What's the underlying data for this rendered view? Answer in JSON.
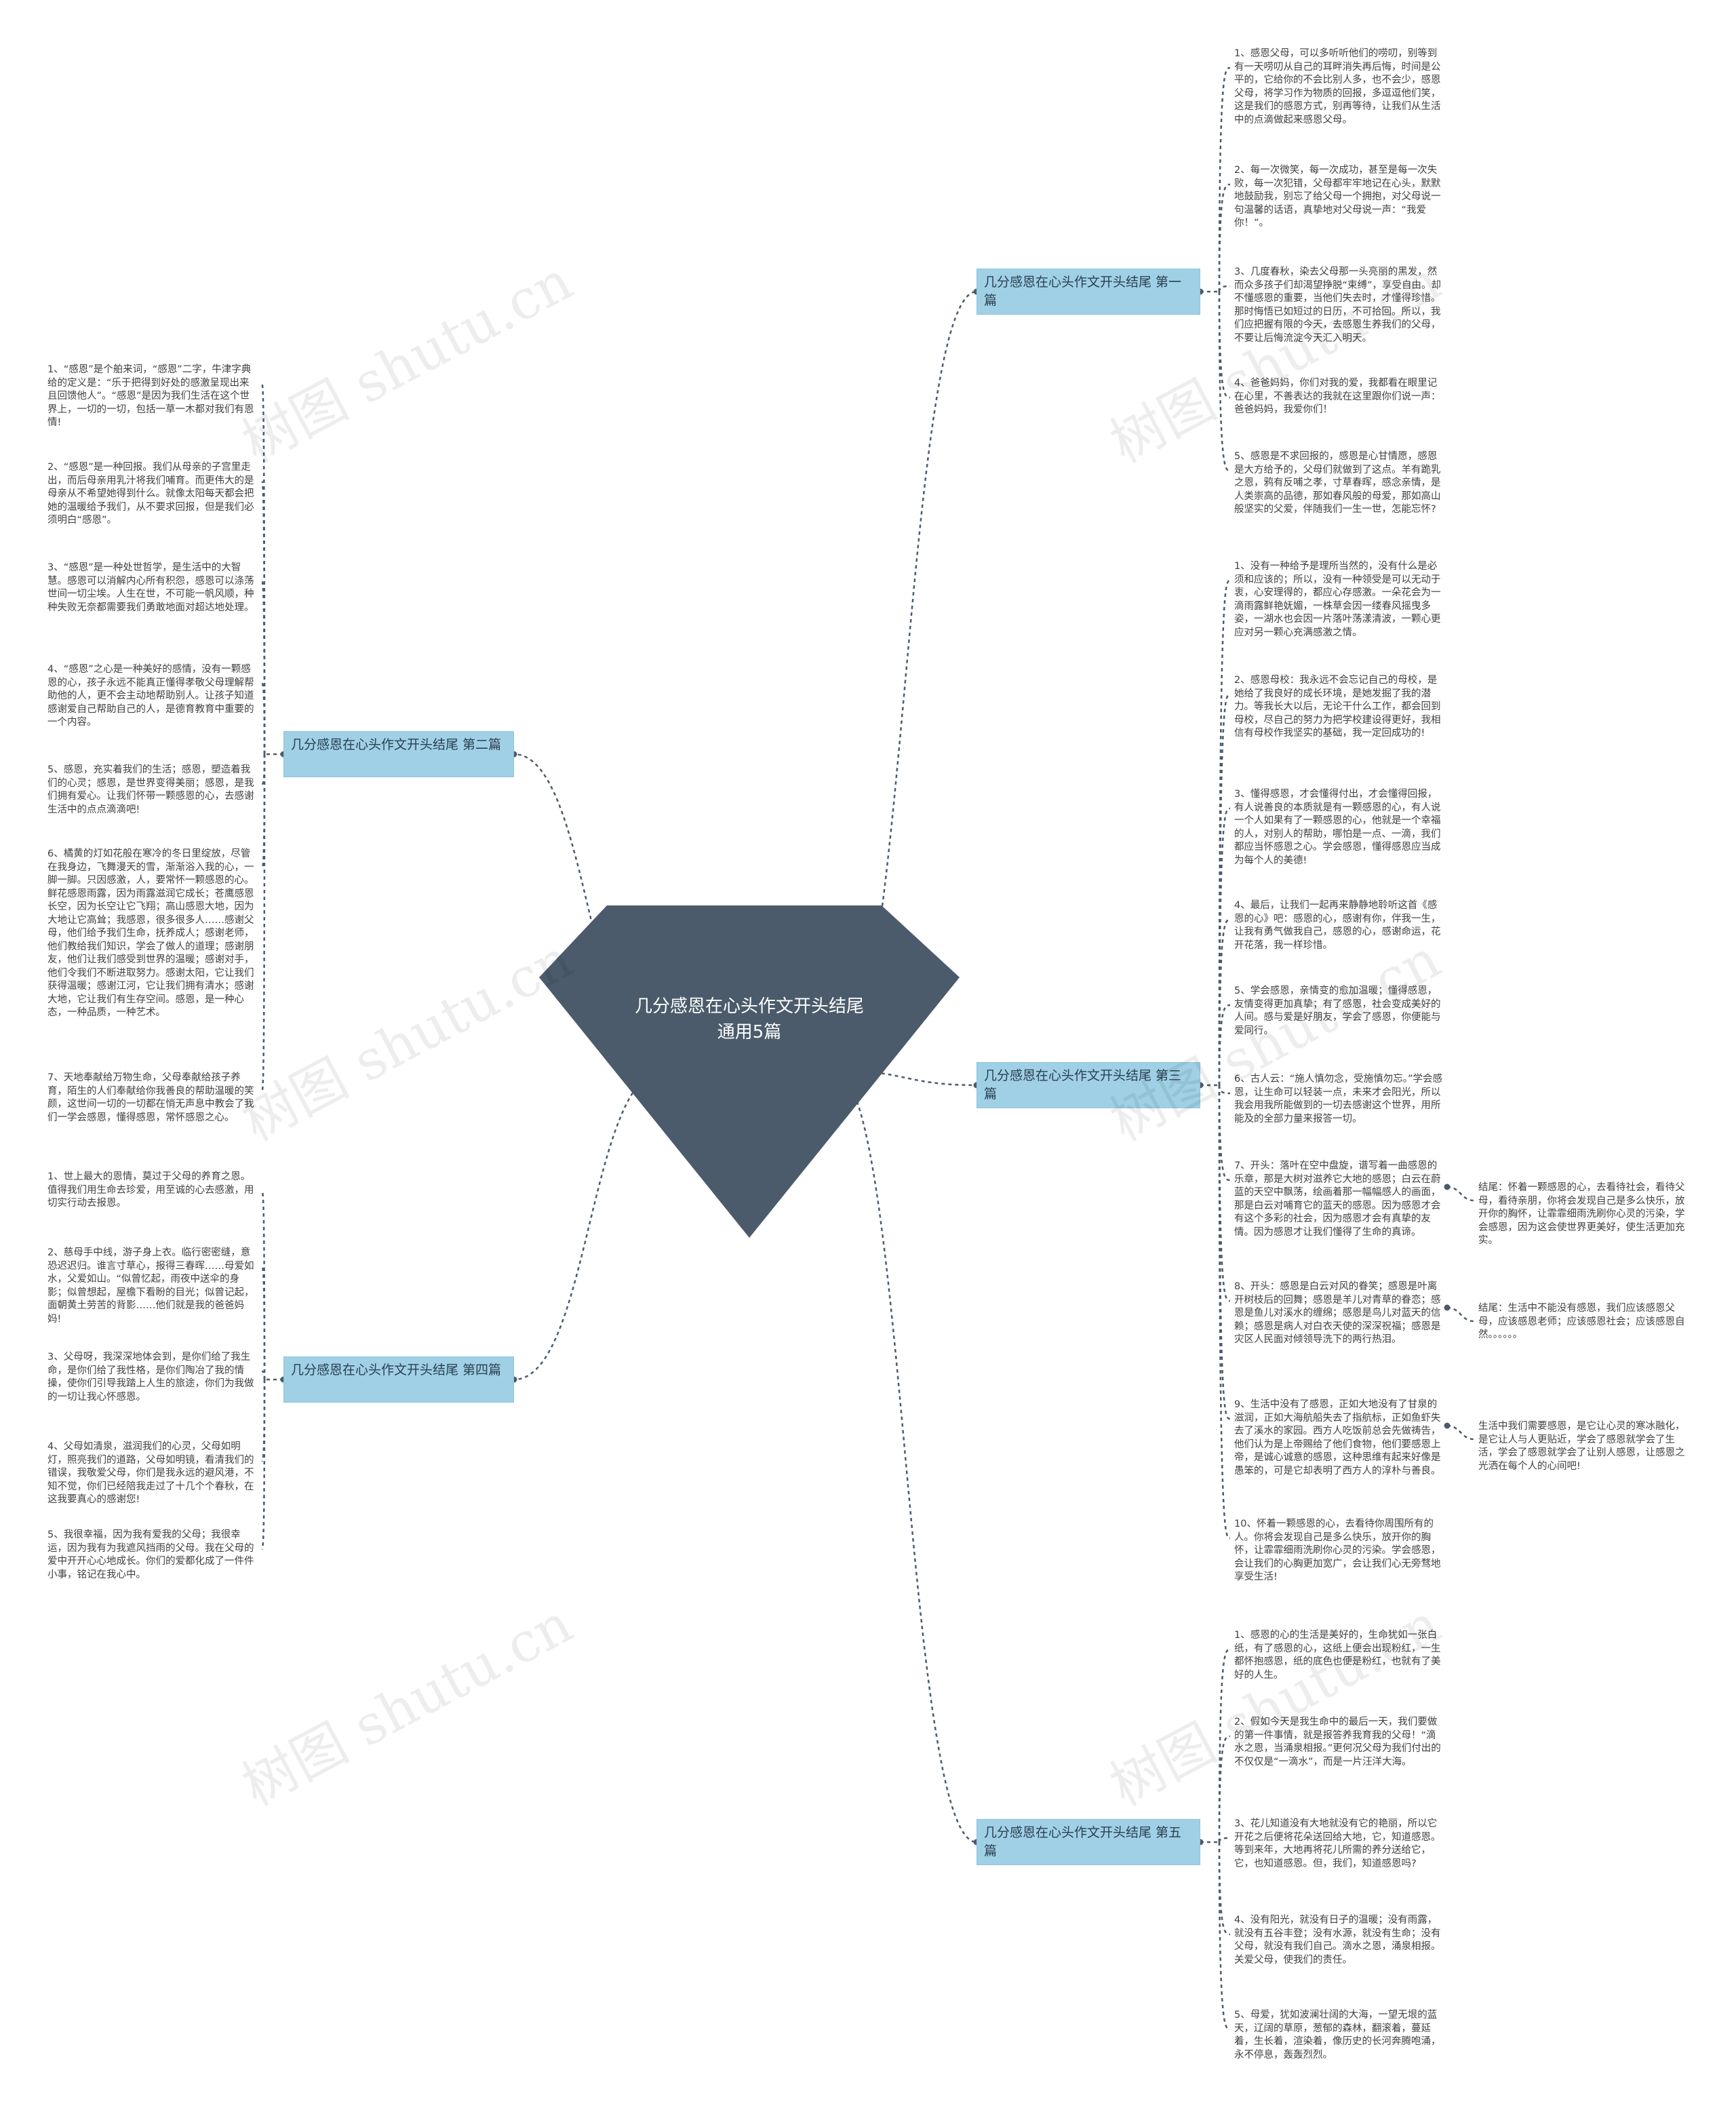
{
  "center": {
    "title": "几分感恩在心头作文开头结尾通用5篇"
  },
  "watermark": "树图 shutu.cn",
  "branches": [
    {
      "id": "b1",
      "label": "几分感恩在心头作文开头结尾 第一篇",
      "side": "right",
      "leaves": [
        "1、感恩父母，可以多听听他们的唠叨，别等到有一天唠叨从自己的耳畔消失再后悔，时间是公平的，它给你的不会比别人多，也不会少，感恩父母，将学习作为物质的回报，多逗逗他们笑，这是我们的感恩方式，别再等待，让我们从生活中的点滴做起来感恩父母。",
        "2、每一次微笑，每一次成功，甚至是每一次失败，每一次犯错，父母都牢牢地记在心头，默默地鼓励我，别忘了给父母一个拥抱，对父母说一句温馨的话语，真挚地对父母说一声：“我爱你！”。",
        "3、几度春秋，染去父母那一头亮丽的黑发，然而众多孩子们却渴望挣脱“束缚”，享受自由。却不懂感恩的重要，当他们失去时，才懂得珍惜。那时悔悟已如短过的日历，不可拾回。所以，我们应把握有限的今天，去感恩生养我们的父母，不要让后悔流淀今天汇入明天。",
        "4、爸爸妈妈，你们对我的爱，我都看在眼里记在心里，不善表达的我就在这里跟你们说一声：爸爸妈妈，我爱你们！",
        "5、感恩是不求回报的，感恩是心甘情愿，感恩是大方给予的，父母们就做到了这点。羊有跪乳之恩，鸦有反哺之孝，寸草春晖，感念亲情，是人类崇高的品德，那如春风般的母爱，那如高山般坚实的父爱，伴随我们一生一世，怎能忘怀?"
      ]
    },
    {
      "id": "b2",
      "label": "几分感恩在心头作文开头结尾 第二篇",
      "side": "left",
      "leaves": [
        "1、“感恩”是个舶来词，“感恩”二字，牛津字典给的定义是：“乐于把得到好处的感激呈现出来且回馈他人”。“感恩”是因为我们生活在这个世界上，一切的一切，包括一草一木都对我们有恩情!",
        "2、“感恩”是一种回报。我们从母亲的子宫里走出，而后母亲用乳汁将我们哺育。而更伟大的是母亲从不希望她得到什么。就像太阳每天都会把她的温暖给予我们，从不要求回报，但是我们必须明白“感恩”。",
        "3、“感恩”是一种处世哲学，是生活中的大智慧。感恩可以消解内心所有积怨，感恩可以涤荡世间一切尘埃。人生在世，不可能一帆风顺，种种失败无奈都需要我们勇敢地面对超达地处理。",
        "4、“感恩”之心是一种美好的感情，没有一颗感恩的心，孩子永远不能真正懂得孝敬父母理解帮助他的人，更不会主动地帮助别人。让孩子知道感谢爱自己帮助自己的人，是德育教育中重要的一个内容。",
        "5、感恩，充实着我们的生活；感恩，塑造着我们的心灵；感恩，是世界变得美丽；感恩，是我们拥有爱心。让我们怀带一颗感恩的心，去感谢生活中的点点滴滴吧!",
        "6、橘黄的灯如花般在寒冷的冬日里绽放，尽管在我身边，飞舞漫天的雪，渐渐浴入我的心，一脚一脚。只因感激，人，要常怀一颗感恩的心。鲜花感恩雨露，因为雨露滋润它成长；苍鹰感恩长空，因为长空让它飞翔；高山感恩大地，因为大地让它高耸；我感恩，很多很多人……感谢父母，他们给予我们生命，抚养成人；感谢老师，他们教给我们知识，学会了做人的道理；感谢朋友，他们让我们感受到世界的温暖；感谢对手，他们令我们不断进取努力。感谢太阳，它让我们获得温暖；感谢江河，它让我们拥有清水；感谢大地，它让我们有生存空间。感恩，是一种心态，一种品质，一种艺术。",
        "7、天地奉献给万物生命，父母奉献给孩子养育，陌生的人们奉献给你我善良的帮助温暖的笑颜，这世间一切的一切都在悄无声息中教会了我们一学会感恩，懂得感恩，常怀感恩之心。"
      ]
    },
    {
      "id": "b3",
      "label": "几分感恩在心头作文开头结尾 第三篇",
      "side": "right",
      "leaves": [
        "1、没有一种给予是理所当然的，没有什么是必须和应该的；所以，没有一种领受是可以无动于衷，心安理得的，都应心存感激。一朵花会为一滴雨露鲜艳妩媚，一株草会因一缕春风摇曳多姿，一湖水也会因一片落叶荡漾清波，一颗心更应对另一颗心充满感激之情。",
        "2、感恩母校：我永远不会忘记自己的母校，是她给了我良好的成长环境，是她发掘了我的潜力。等我长大以后，无论干什么工作，都会回到母校，尽自己的努力为把学校建设得更好，我相信有母校作我坚实的基础，我一定回成功的!",
        "3、懂得感恩，才会懂得付出，才会懂得回报，有人说善良的本质就是有一颗感恩的心，有人说一个人如果有了一颗感恩的心，他就是一个幸福的人，对别人的帮助，哪怕是一点、一滴，我们都应当怀感恩之心。学会感恩，懂得感恩应当成为每个人的美德!",
        "4、最后，让我们一起再来静静地聆听这首《感恩的心》吧：感恩的心，感谢有你，伴我一生，让我有勇气做我自己，感恩的心，感谢命运，花开花落，我一样珍惜。",
        "5、学会感恩，亲情变的愈加温暖；懂得感恩，友情变得更加真挚；有了感恩，社会变成美好的人间。感与爱是好朋友，学会了感恩，你便能与爱同行。",
        "6、古人云：“施人慎勿念，受施慎勿忘。”学会感恩，让生命可以轻装一点，未来才会阳光，所以我会用我所能做到的一切去感谢这个世界，用所能及的全部力量来报答一切。",
        "7、开头：落叶在空中盘旋，谱写着一曲感恩的乐章，那是大树对滋养它大地的感恩；白云在蔚蓝的天空中飘荡，绘画着那一幅幅感人的画面，那是白云对哺育它的蓝天的感恩。因为感恩才会有这个多彩的社会，因为感恩才会有真挚的友情。因为感恩才让我们懂得了生命的真谛。",
        "8、开头：感恩是白云对风的眷笑；感恩是叶离开树枝后的回舞；感恩是羊儿对青草的眷恋；感恩是鱼儿对溪水的缠绵；感恩是鸟儿对蓝天的信赖；感恩是病人对白衣天使的深深祝福；感恩是灾区人民面对倾领导洗下的两行热泪。",
        "9、生活中没有了感恩，正如大地没有了甘泉的滋润，正如大海航船失去了指航标，正如鱼虾失去了溪水的家园。西方人吃饭前总会先做祷告，他们认为是上帝赐给了他们食物，他们要感恩上帝，是诚心诚意的感恩，这种思维有起来好像是愚笨的，可是它却表明了西方人的淳朴与善良。",
        "10、怀着一颗感恩的心，去看待你周围所有的人。你将会发现自己是多么快乐，放开你的胸怀，让霏霏细雨洗刷你心灵的污染。学会感恩，会让我们的心胸更加宽广，会让我们心无旁骛地享受生活!"
      ],
      "sub_leaves": {
        "6": "结尾：怀着一颗感恩的心，去看待社会，看待父母，看待亲朋，你将会发现自己是多么快乐，放开你的胸怀，让霏霏细雨洗刷你心灵的污染，学会感恩，因为这会使世界更美好，使生活更加充实。",
        "7": "结尾：生活中不能没有感恩，我们应该感恩父母，应该感恩老师；应该感恩社会；应该感恩自然。。。。。。",
        "8": "生活中我们需要感恩，是它让心灵的寒冰融化，是它让人与人更贴近，学会了感恩就学会了生活，学会了感恩就学会了让别人感恩，让感恩之光洒在每个人的心间吧!"
      }
    },
    {
      "id": "b4",
      "label": "几分感恩在心头作文开头结尾 第四篇",
      "side": "left",
      "leaves": [
        "1、世上最大的恩情，莫过于父母的养育之恩。值得我们用生命去珍爱，用至诚的心去感激，用切实行动去报恩。",
        "2、慈母手中线，游子身上衣。临行密密缝，意恐迟迟归。谁言寸草心，报得三春晖……母爱如水，父爱如山。“似曾忆起，雨夜中送伞的身影；似曾想起，屋檐下看盼的目光；似曾记起，面朝黄土劳苦的背影……他们就是我的爸爸妈妈!",
        "3、父母呀，我深深地体会到，是你们给了我生命，是你们给了我性格，是你们陶冶了我的情操，使你们引导我踏上人生的旅途，你们为我做的一切让我心怀感恩。",
        "4、父母如清泉，滋润我们的心灵，父母如明灯，照亮我们的道路，父母如明镜，看清我们的错误，我敬爱父母，你们是我永远的避风港，不知不觉，你们已经陪我走过了十几个个春秋，在这我要真心的感谢您!",
        "5、我很幸福，因为我有爱我的父母；我很幸运，因为我有为我遮风挡雨的父母。我在父母的爱中开开心心地成长。你们的爱都化成了一件件小事，铭记在我心中。"
      ]
    },
    {
      "id": "b5",
      "label": "几分感恩在心头作文开头结尾 第五篇",
      "side": "right",
      "leaves": [
        "1、感恩的心的生活是美好的，生命犹如一张白纸，有了感恩的心，这纸上便会出现粉红，一生都怀抱感恩，纸的底色也便是粉红，也就有了美好的人生。",
        "2、假如今天是我生命中的最后一天，我们要做的第一件事情，就是报答养我育我的父母！“滴水之恩，当涌泉相报。”更何况父母为我们付出的不仅仅是“一滴水”，而是一片汪洋大海。",
        "3、花儿知道没有大地就没有它的艳丽，所以它开花之后便将花朵送回给大地，它，知道感恩。等到来年，大地再将花儿所需的养分送给它，它，也知道感恩。但，我们，知道感恩吗?",
        "4、没有阳光，就没有日子的温暖；没有雨露，就没有五谷丰登；没有水源，就没有生命；没有父母，就没有我们自己。滴水之恩，涌泉相报。关爱父母，使我们的责任。",
        "5、母爱，犹如波澜壮阔的大海，一望无垠的蓝天，辽阔的草原，葱郁的森林，翻滚着，蔓延着，生长着，渲染着，像历史的长河奔腾咆涌，永不停息，轰轰烈烈。"
      ]
    }
  ]
}
